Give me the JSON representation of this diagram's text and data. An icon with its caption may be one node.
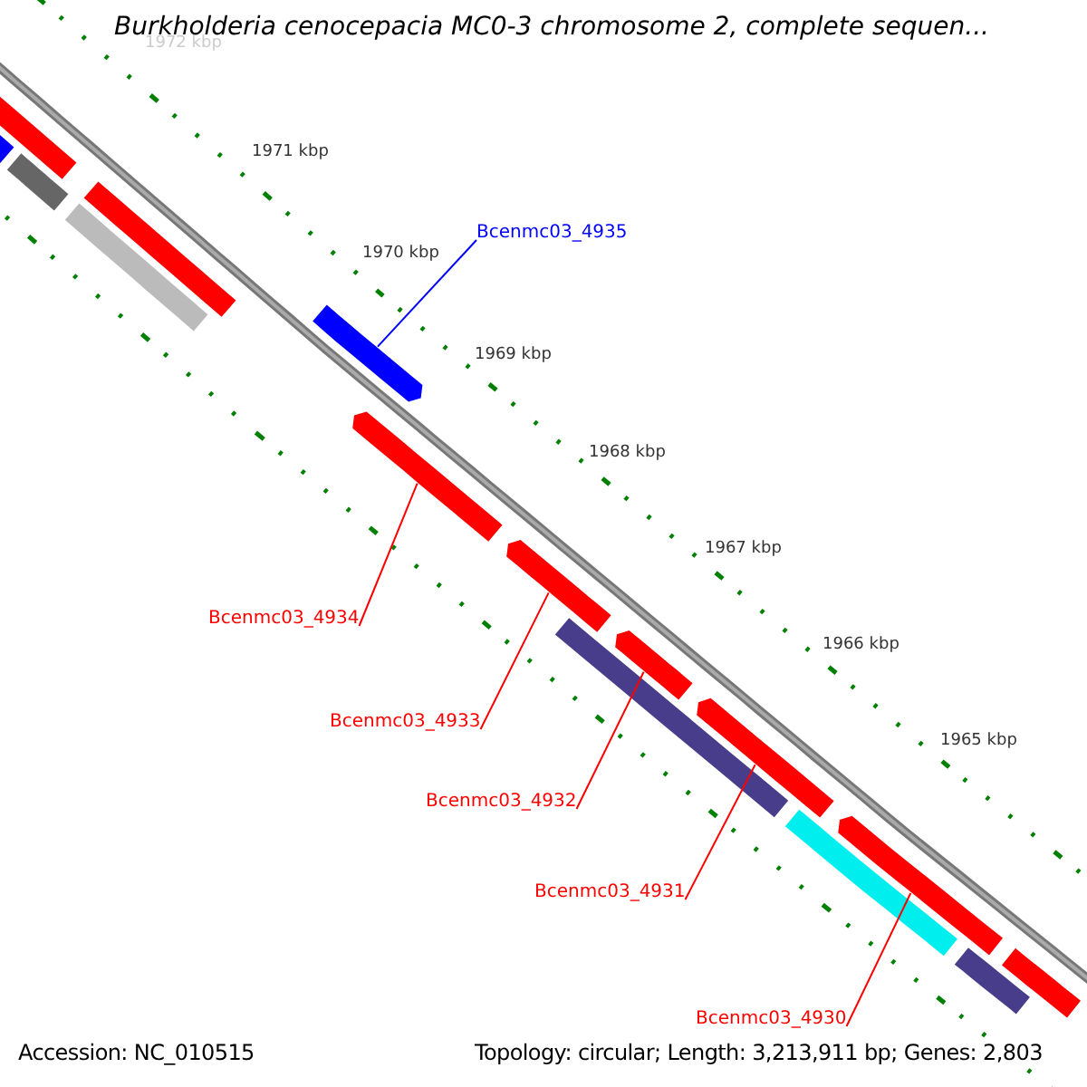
{
  "diagram": {
    "title": "Burkholderia cenocepacia MC0-3 chromosome 2, complete sequen...",
    "nodes": [
      {
        "text": [
          "Bcenmc03_4935"
        ]
      },
      {
        "text": [],
        "shape": "bar"
      },
      {
        "text": [
          "Bcenmc03_4934"
        ]
      },
      {
        "text": [],
        "shape": "bar"
      },
      {
        "text": [
          "Bcenmc03_4933"
        ]
      },
      {
        "text": [],
        "shape": "bar"
      },
      {
        "text": [
          "Bcenmc03_4932"
        ]
      },
      {
        "text": [],
        "shape": "bar"
      },
      {
        "text": [
          "Bcenmc03_4931"
        ]
      },
      {
        "text": [],
        "shape": "bar"
      },
      {
        "text": [
          "Bcenmc03_4930"
        ]
      },
      {
        "text": [],
        "shape": "bar"
      },
      {
        "text": [],
        "shape": "bar"
      },
      {
        "text": [],
        "shape": "bar"
      },
      {
        "text": [],
        "shape": "bar"
      },
      {
        "text": [],
        "shape": "bar"
      },
      {
        "text": [],
        "shape": "bar"
      },
      {
        "text": [],
        "shape": "bar"
      },
      {
        "text": [],
        "shape": "bar"
      },
      {
        "text": [],
        "shape": "bar"
      },
      {
        "text": [],
        "shape": "bar"
      }
    ],
    "edges": [
      {
        "from": 0,
        "to": 1,
        "arrow": "none",
        "color": "#0000ff"
      },
      {
        "from": 2,
        "to": 3,
        "arrow": "none"
      },
      {
        "from": 4,
        "to": 5,
        "arrow": "none"
      },
      {
        "from": 6,
        "to": 7,
        "arrow": "none"
      },
      {
        "from": 8,
        "to": 9,
        "arrow": "none"
      },
      {
        "from": 10,
        "to": 11,
        "arrow": "none"
      }
    ],
    "labels": [
      "1972 kbp",
      "1971 kbp",
      "1970 kbp",
      "1969 kbp",
      "1968 kbp",
      "1967 kbp",
      "1966 kbp",
      "1965 kbp",
      "Accession: NC_010515",
      "Topology: circular; Length: 3,213,911 bp; Genes: 2,803"
    ]
  }
}
